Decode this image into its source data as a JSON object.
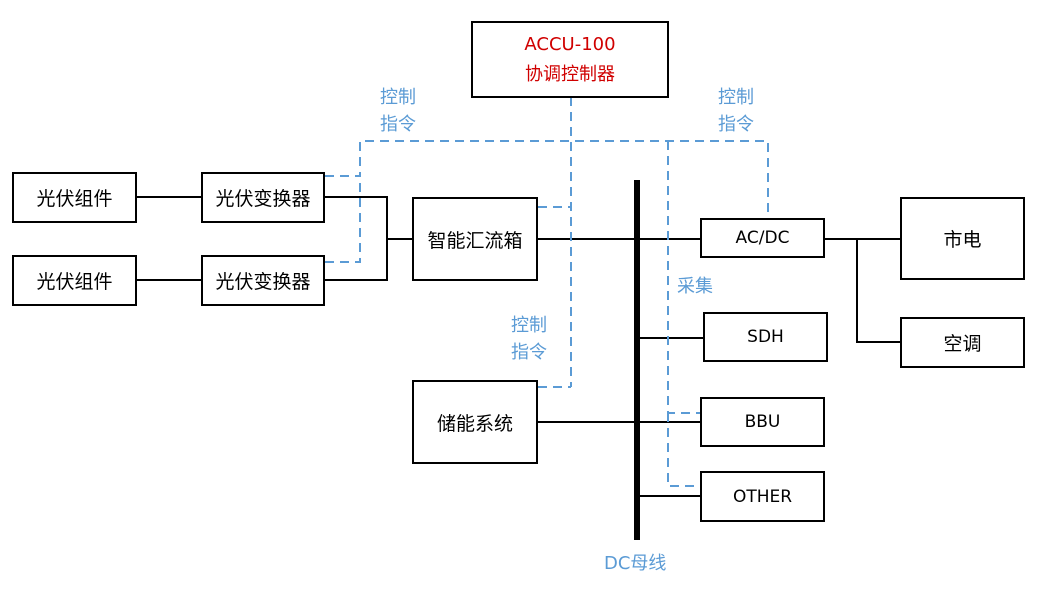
{
  "controller": {
    "line1": "ACCU-100",
    "line2": "协调控制器"
  },
  "pv_module_1": "光伏组件",
  "pv_module_2": "光伏组件",
  "pv_inverter_1": "光伏变换器",
  "pv_inverter_2": "光伏变换器",
  "combiner_box": "智能汇流箱",
  "storage": "储能系统",
  "acdc": "AC/DC",
  "sdh": "SDH",
  "bbu": "BBU",
  "other": "OTHER",
  "mains": "市电",
  "aircon": "空调",
  "labels": {
    "ctrl_left_1": "控制",
    "ctrl_left_2": "指令",
    "ctrl_right_1": "控制",
    "ctrl_right_2": "指令",
    "ctrl_mid_1": "控制",
    "ctrl_mid_2": "指令",
    "collect": "采集",
    "dc_bus": "DC母线"
  },
  "colors": {
    "control_line": "#5b9bd5",
    "controller_text": "#d00000",
    "wire": "#000000"
  }
}
